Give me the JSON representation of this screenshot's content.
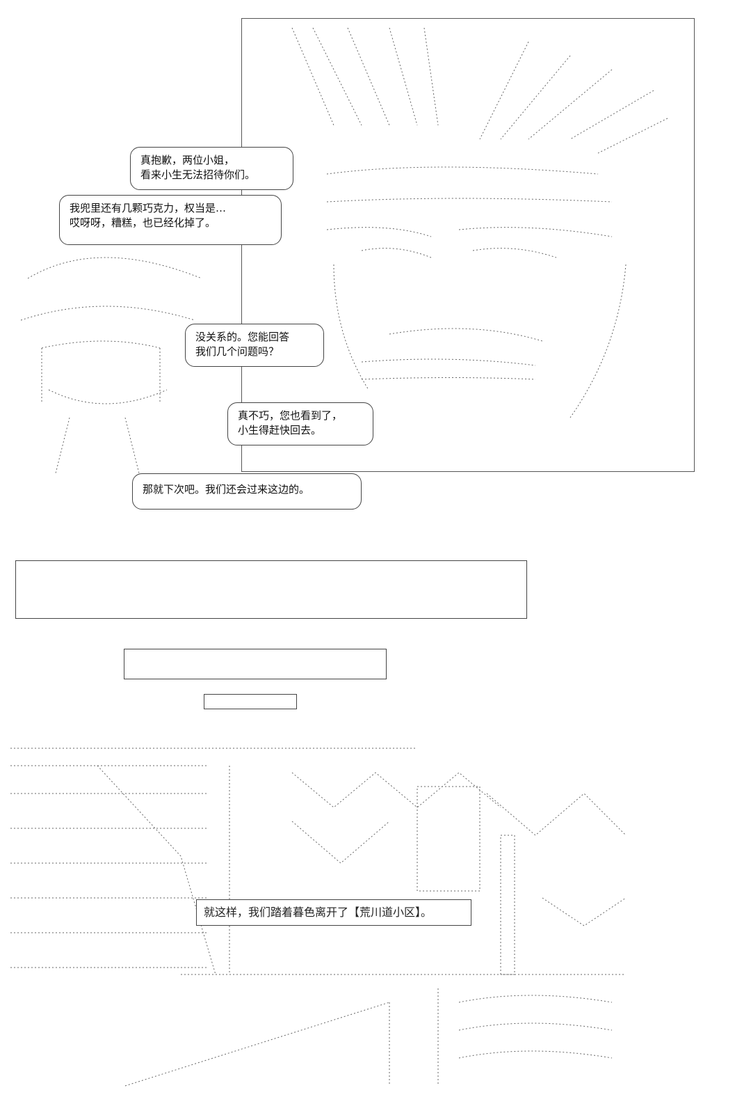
{
  "panel1": {
    "bubbles": [
      {
        "lines": [
          "真抱歉，两位小姐，",
          "看来小生无法招待你们。"
        ]
      },
      {
        "lines": [
          "我兜里还有几颗巧克力，权当是…",
          "哎呀呀，糟糕，也已经化掉了。"
        ]
      },
      {
        "lines": [
          "没关系的。您能回答",
          "我们几个问题吗？"
        ]
      },
      {
        "lines": [
          "真不巧，您也看到了，",
          "小生得赶快回去。"
        ]
      },
      {
        "lines": [
          "那就下次吧。我们还会过来这边的。"
        ]
      }
    ]
  },
  "panel2": {
    "caption": "就这样，我们踏着暮色离开了【荒川道小区】。"
  }
}
